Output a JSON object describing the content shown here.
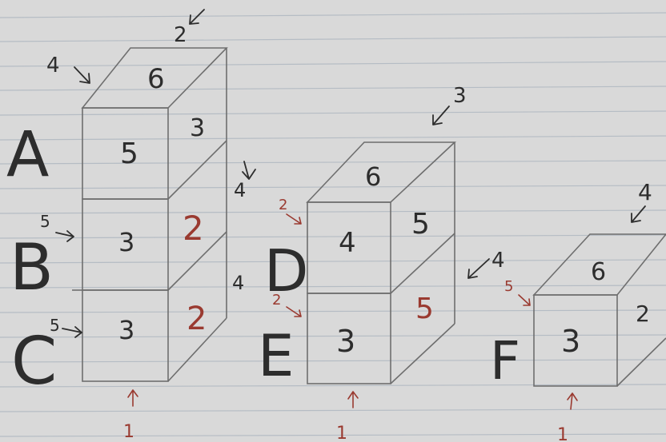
{
  "colors": {
    "paper": "#d9d9d9",
    "rule": "#a9b3bd",
    "pencil": "#6e6e6e",
    "ink": "#2d2d2d",
    "red": "#9a3a30"
  },
  "stack1": {
    "labels": {
      "a": "A",
      "b": "B",
      "c": "C"
    },
    "top": "6",
    "front_a": "5",
    "front_b": "3",
    "front_c": "3",
    "side_a": "3",
    "side_b": "2",
    "side_c": "2",
    "arrow_top_left": "4",
    "arrow_top_right": "2",
    "arrow_b": "5",
    "arrow_c": "5",
    "arrow_side_upper": "4",
    "arrow_side_lower": "4",
    "arrow_bottom": "1"
  },
  "stack2": {
    "labels": {
      "d": "D",
      "e": "E"
    },
    "top": "6",
    "front_d": "4",
    "front_e": "3",
    "side_d": "5",
    "side_e": "5",
    "arrow_top_right": "3",
    "arrow_d": "2",
    "arrow_e": "2",
    "arrow_side": "4",
    "arrow_bottom": "1"
  },
  "stack3": {
    "labels": {
      "f": "F"
    },
    "top": "6",
    "front_f": "3",
    "side_f": "2",
    "arrow_top_right": "4",
    "arrow_f": "5",
    "arrow_bottom": "1"
  }
}
